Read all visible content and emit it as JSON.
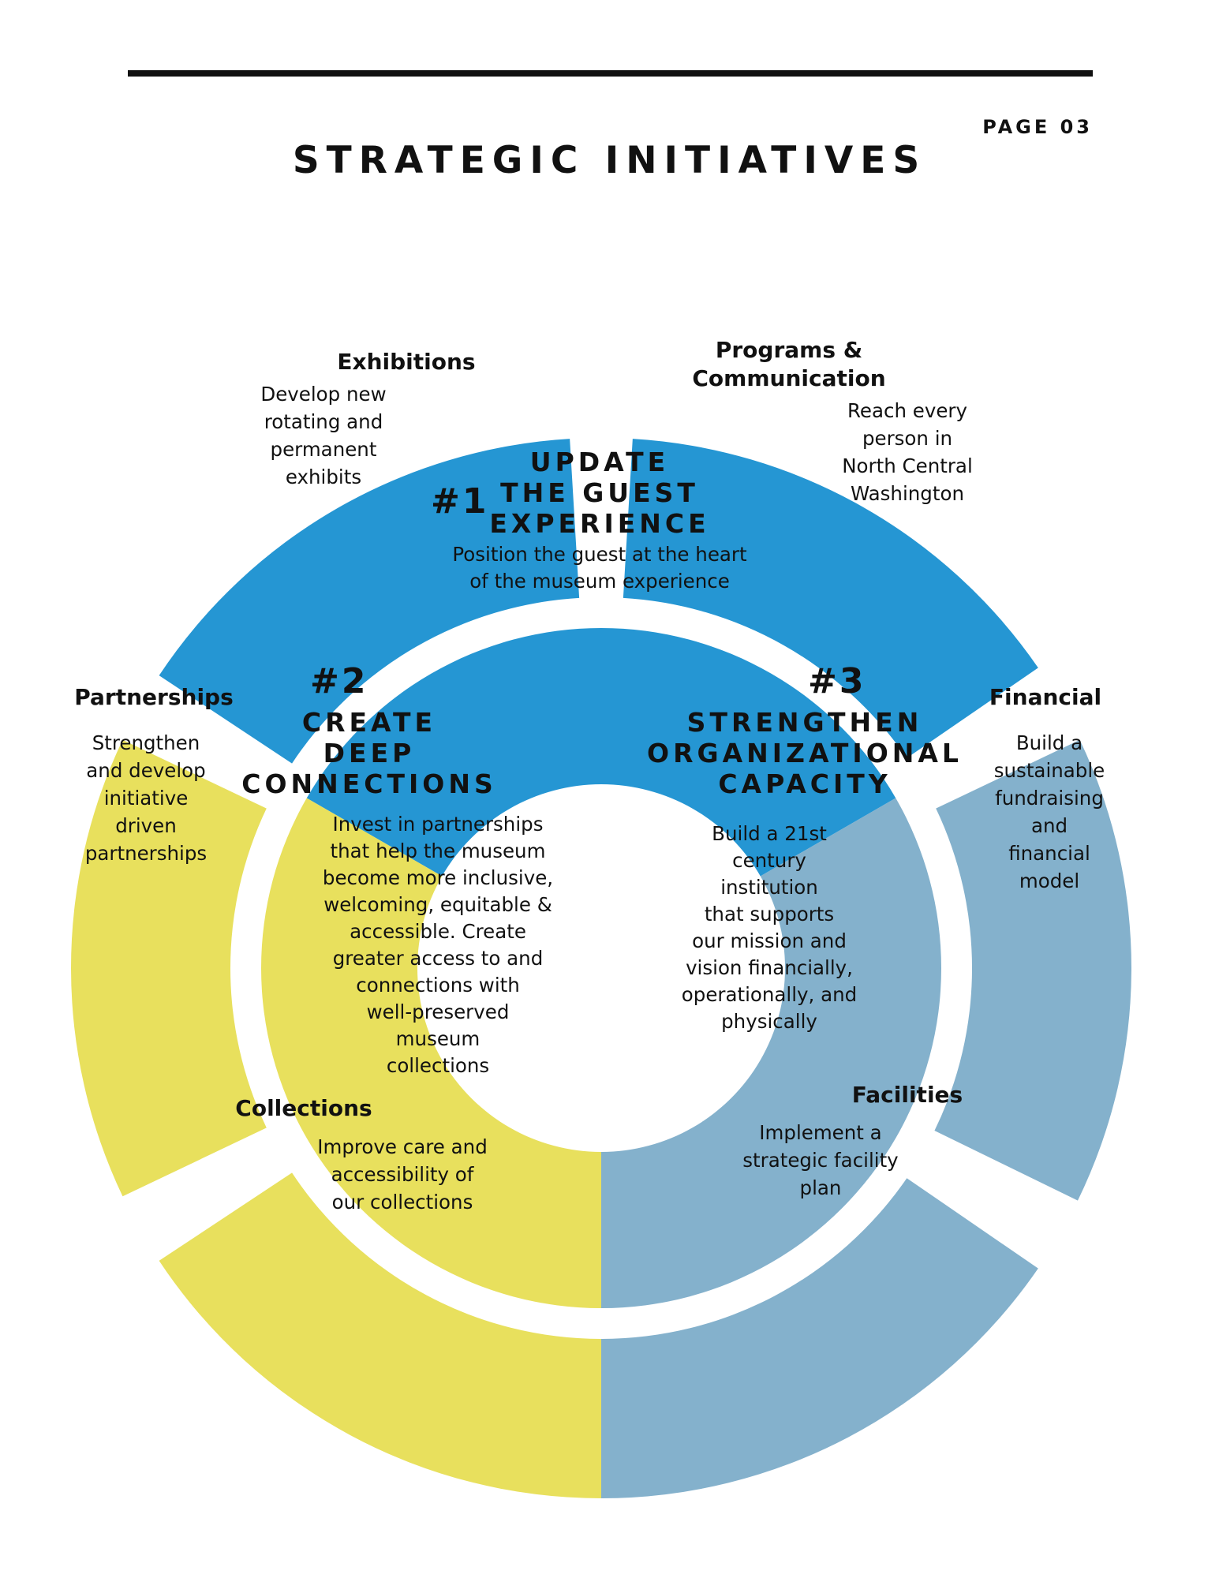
{
  "page_number": "PAGE 03",
  "title": "STRATEGIC INITIATIVES",
  "colors": {
    "blue": "#2596D3",
    "yellow": "#E8E05D",
    "steel": "#84B1CC",
    "text": "#111111",
    "background": "#FFFFFF"
  },
  "core": [
    {
      "number": "#1",
      "title": "UPDATE\nTHE GUEST\nEXPERIENCE",
      "description": "Position the guest at the heart\nof the museum experience",
      "color": "blue"
    },
    {
      "number": "#2",
      "title": "CREATE\nDEEP\nCONNECTIONS",
      "description": "Invest in partnerships\nthat help the museum\nbecome more inclusive,\nwelcoming, equitable &\naccessible. Create\ngreater access to and\nconnections with\nwell-preserved\nmuseum\ncollections",
      "color": "yellow"
    },
    {
      "number": "#3",
      "title": "STRENGTHEN\nORGANIZATIONAL\nCAPACITY",
      "description": "Build a 21st\ncentury\ninstitution\nthat supports\nour mission and\nvision financially,\noperationally, and\nphysically",
      "color": "steel"
    }
  ],
  "outer": [
    {
      "title": "Exhibitions",
      "description": "Develop new\nrotating and\npermanent\nexhibits",
      "color": "blue"
    },
    {
      "title": "Programs &\nCommunication",
      "description": "Reach every\nperson in\nNorth Central\nWashington",
      "color": "blue"
    },
    {
      "title": "Financial",
      "description": "Build a\nsustainable\nfundraising\nand\nfinancial\nmodel",
      "color": "steel"
    },
    {
      "title": "Facilities",
      "description": "Implement a\nstrategic facility\nplan",
      "color": "steel"
    },
    {
      "title": "Collections",
      "description": "Improve care and\naccessibility of\nour collections",
      "color": "yellow"
    },
    {
      "title": "Partnerships",
      "description": "Strengthen\nand develop\ninitiative\ndriven\npartnerships",
      "color": "yellow"
    }
  ]
}
